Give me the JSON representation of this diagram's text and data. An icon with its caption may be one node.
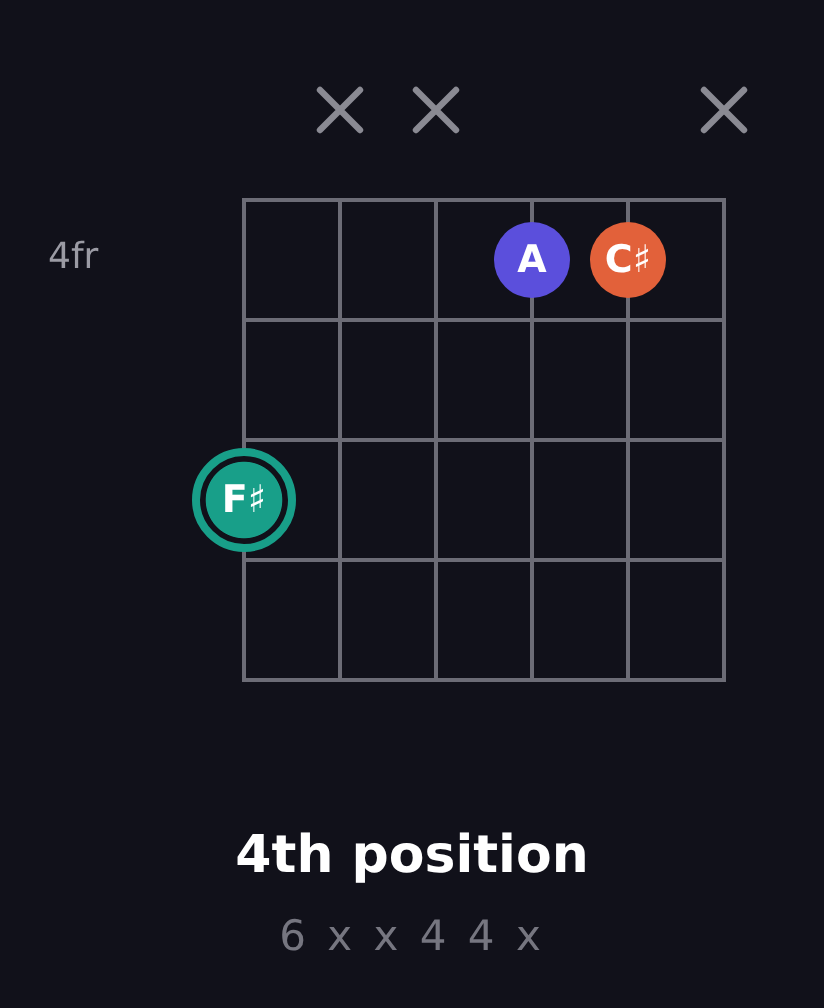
{
  "diagram": {
    "title": "4th position",
    "caption": "6 x x 4 4 x",
    "nodes": [
      {
        "text": [
          "A"
        ]
      },
      {
        "text": [
          "C♯"
        ]
      },
      {
        "text": [
          "F♯"
        ]
      }
    ],
    "labels": [
      "4fr"
    ]
  }
}
